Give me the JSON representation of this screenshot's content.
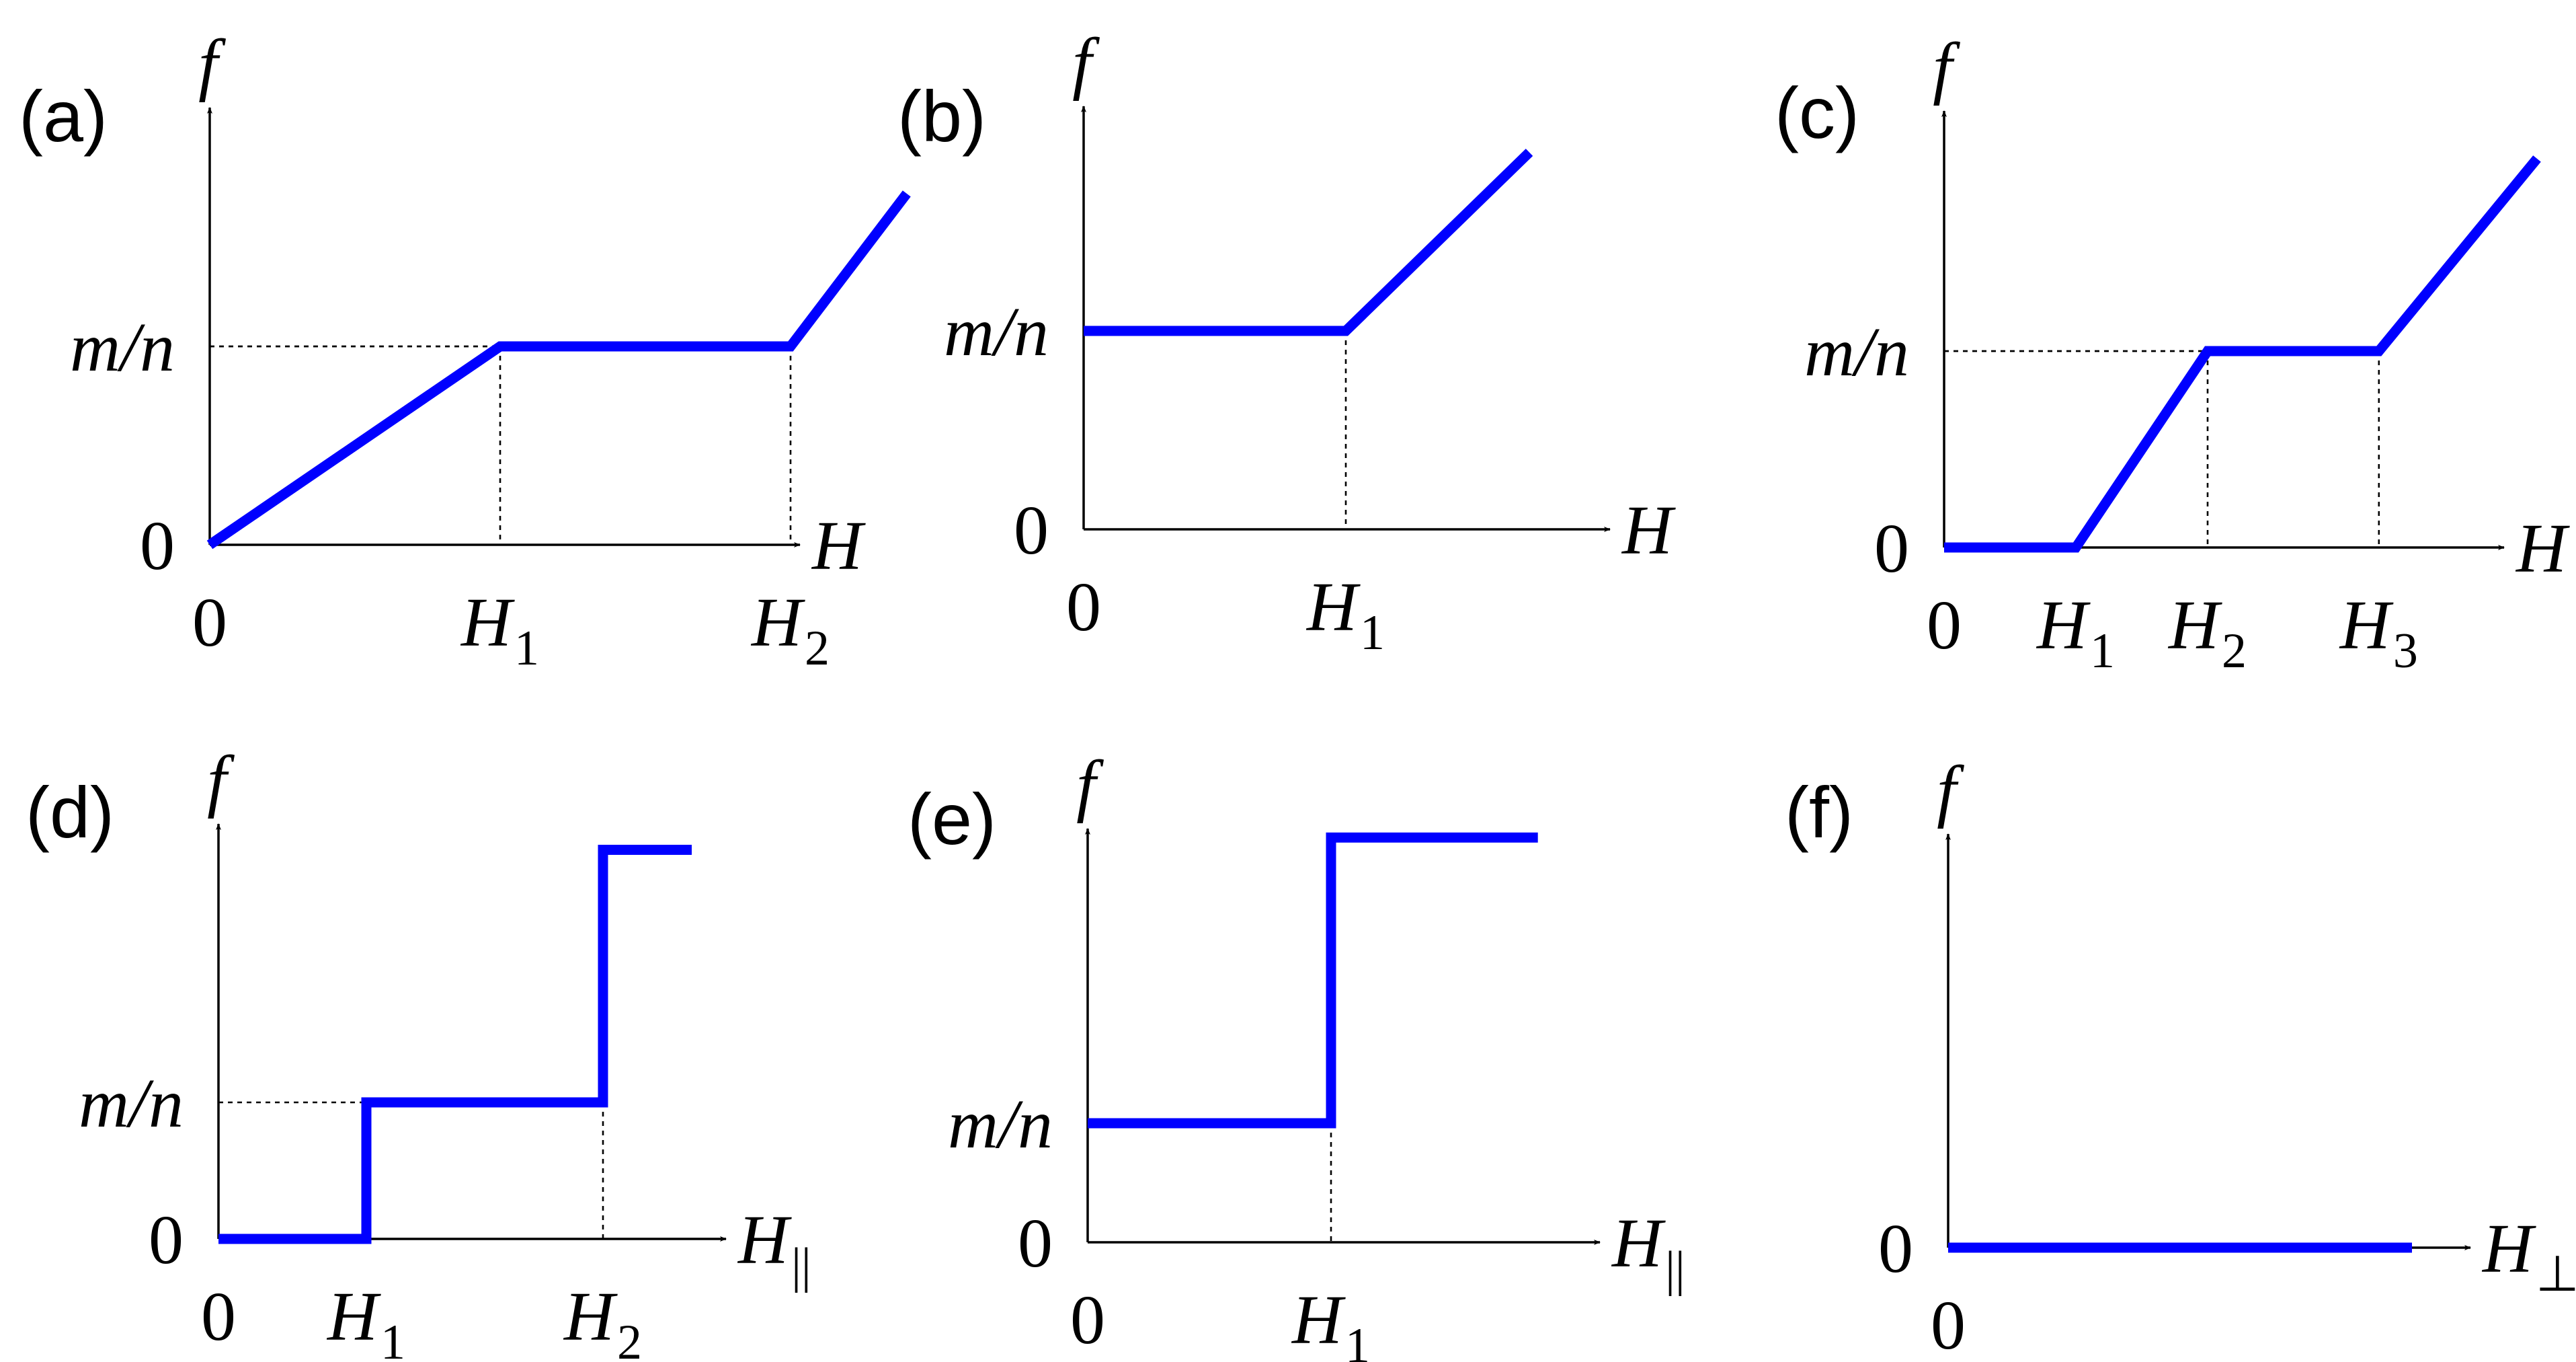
{
  "chart_data": [
    {
      "type": "line",
      "panel_label": "(a)",
      "ylabel": "f",
      "xlabel": {
        "main": "H",
        "sub": ""
      },
      "y_ticks": [
        {
          "label": "0",
          "main": "0",
          "sub": "",
          "value": 0,
          "italic": false
        },
        {
          "label": "m/n",
          "main": "m/n",
          "sub": "",
          "value": 1,
          "italic": true
        }
      ],
      "x_ticks": [
        {
          "label": "0",
          "main": "0",
          "sub": "",
          "value": 0,
          "italic": false
        },
        {
          "label": "H1",
          "main": "H",
          "sub": "1",
          "value": 1,
          "italic": true
        },
        {
          "label": "H2",
          "main": "H",
          "sub": "2",
          "value": 2,
          "italic": true
        }
      ],
      "xlim": [
        0,
        2.55
      ],
      "ylim": [
        0,
        1.88
      ],
      "series": [
        {
          "x": [
            0,
            1,
            2,
            2.4
          ],
          "y": [
            0,
            1,
            1,
            1.77
          ]
        }
      ],
      "guides": [
        {
          "x": 1,
          "y": 1
        },
        {
          "x": 2,
          "y": 1
        }
      ]
    },
    {
      "type": "line",
      "panel_label": "(b)",
      "ylabel": "f",
      "xlabel": {
        "main": "H",
        "sub": ""
      },
      "y_ticks": [
        {
          "label": "0",
          "main": "0",
          "sub": "",
          "value": 0,
          "italic": false
        },
        {
          "label": "m/n",
          "main": "m/n",
          "sub": "",
          "value": 1,
          "italic": true
        }
      ],
      "x_ticks": [
        {
          "label": "0",
          "main": "0",
          "sub": "",
          "value": 0,
          "italic": false
        },
        {
          "label": "H1",
          "main": "H",
          "sub": "1",
          "value": 1,
          "italic": true
        }
      ],
      "xlim": [
        0,
        2.05
      ],
      "ylim": [
        0,
        2.0
      ],
      "series": [
        {
          "x": [
            0,
            1,
            1.7
          ],
          "y": [
            1,
            1,
            1.9
          ]
        }
      ],
      "guides": [
        {
          "x": 1,
          "y": 1,
          "horizontal": false
        }
      ]
    },
    {
      "type": "line",
      "panel_label": "(c)",
      "ylabel": "f",
      "xlabel": {
        "main": "H",
        "sub": ""
      },
      "y_ticks": [
        {
          "label": "0",
          "main": "0",
          "sub": "",
          "value": 0,
          "italic": false
        },
        {
          "label": "m/n",
          "main": "m/n",
          "sub": "",
          "value": 1,
          "italic": true
        }
      ],
      "x_ticks": [
        {
          "label": "0",
          "main": "0",
          "sub": "",
          "value": 0,
          "italic": false
        },
        {
          "label": "H1",
          "main": "H",
          "sub": "1",
          "value": 1,
          "italic": true
        },
        {
          "label": "H2",
          "main": "H",
          "sub": "2",
          "value": 2,
          "italic": true
        },
        {
          "label": "H3",
          "main": "H",
          "sub": "3",
          "value": 3.3,
          "italic": true
        }
      ],
      "xlim": [
        0,
        4.5
      ],
      "ylim": [
        0,
        1.9
      ],
      "series": [
        {
          "x": [
            0,
            1,
            2,
            3.3,
            4.5
          ],
          "y": [
            0,
            0,
            1,
            1,
            1.98
          ]
        }
      ],
      "guides": [
        {
          "x": 2,
          "y": 1
        },
        {
          "x": 3.3,
          "y": 1
        }
      ]
    },
    {
      "type": "line",
      "panel_label": "(d)",
      "ylabel": "f",
      "xlabel": {
        "main": "H",
        "sub": "||"
      },
      "y_ticks": [
        {
          "label": "0",
          "main": "0",
          "sub": "",
          "value": 0,
          "italic": false
        },
        {
          "label": "m/n",
          "main": "m/n",
          "sub": "",
          "value": 1,
          "italic": true
        }
      ],
      "x_ticks": [
        {
          "label": "0",
          "main": "0",
          "sub": "",
          "value": 0,
          "italic": false
        },
        {
          "label": "H1",
          "main": "H",
          "sub": "1",
          "value": 1,
          "italic": true
        },
        {
          "label": "H2",
          "main": "H",
          "sub": "2",
          "value": 2.6,
          "italic": true
        }
      ],
      "xlim": [
        0,
        3.35
      ],
      "ylim": [
        0,
        2.9
      ],
      "series": [
        {
          "x": [
            0,
            1,
            1,
            2.6,
            2.6,
            3.2
          ],
          "y": [
            0,
            0,
            1,
            1,
            2.85,
            2.85
          ]
        }
      ],
      "guides": [
        {
          "x": 1,
          "y": 1
        },
        {
          "x": 2.6,
          "y": 1,
          "horizontal": false
        }
      ]
    },
    {
      "type": "line",
      "panel_label": "(e)",
      "ylabel": "f",
      "xlabel": {
        "main": "H",
        "sub": "||"
      },
      "y_ticks": [
        {
          "label": "0",
          "main": "0",
          "sub": "",
          "value": 0,
          "italic": false
        },
        {
          "label": "m/n",
          "main": "m/n",
          "sub": "",
          "value": 1,
          "italic": true
        }
      ],
      "x_ticks": [
        {
          "label": "0",
          "main": "0",
          "sub": "",
          "value": 0,
          "italic": false
        },
        {
          "label": "H1",
          "main": "H",
          "sub": "1",
          "value": 1,
          "italic": true
        }
      ],
      "xlim": [
        0,
        2.15
      ],
      "ylim": [
        0,
        3.55
      ],
      "series": [
        {
          "x": [
            0,
            1,
            1,
            1.85
          ],
          "y": [
            1,
            1,
            3.4,
            3.4
          ]
        }
      ],
      "guides": [
        {
          "x": 1,
          "y": 1,
          "horizontal": false
        }
      ]
    },
    {
      "type": "line",
      "panel_label": "(f)",
      "ylabel": "f",
      "xlabel": {
        "main": "H",
        "sub": "⊥"
      },
      "y_ticks": [
        {
          "label": "0",
          "main": "0",
          "sub": "",
          "value": 0,
          "italic": false
        }
      ],
      "x_ticks": [
        {
          "label": "0",
          "main": "0",
          "sub": "",
          "value": 0,
          "italic": false
        }
      ],
      "xlim": [
        0,
        1.05
      ],
      "ylim": [
        0,
        1
      ],
      "series": [
        {
          "x": [
            0,
            1
          ],
          "y": [
            0,
            0
          ]
        }
      ],
      "guides": []
    }
  ]
}
